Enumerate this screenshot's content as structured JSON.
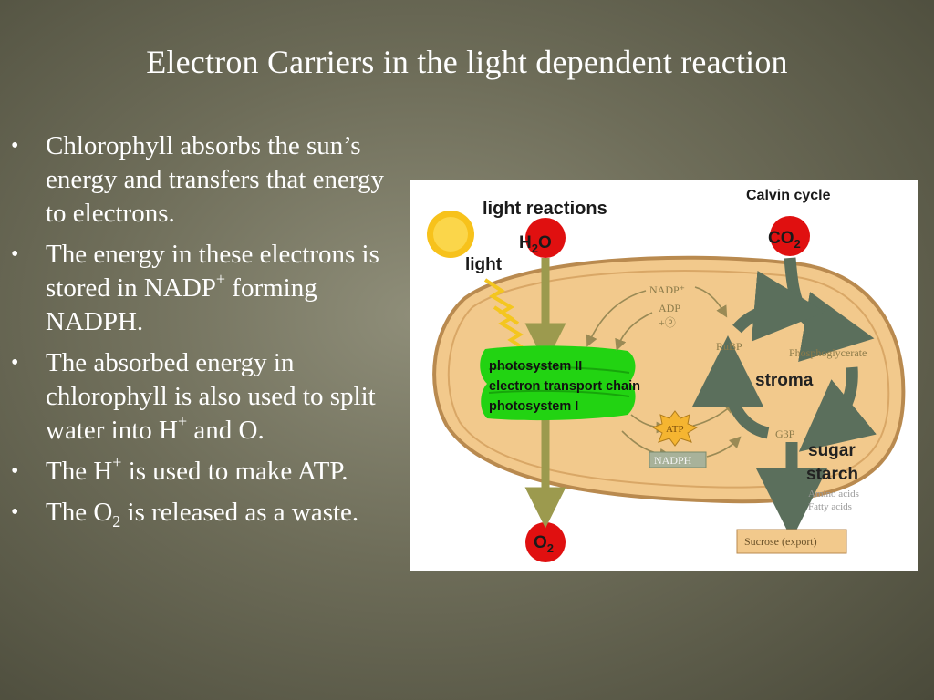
{
  "slide": {
    "title": "Electron Carriers in the light dependent reaction"
  },
  "bullets": [
    {
      "text_a": "Chlorophyll absorbs the sun’s energy and transfers that energy to electrons."
    },
    {
      "text_a": "The energy in these electrons is stored in NADP",
      "sup": "+",
      "text_b": " forming NADPH."
    },
    {
      "text_a": "The absorbed energy in chlorophyll is also used to split water into H",
      "sup": "+",
      "text_b": " and O."
    },
    {
      "text_a": "The H",
      "sup": "+",
      "text_b": " is used to make ATP."
    },
    {
      "text_a": "The O",
      "sub": "2",
      "text_b": " is released as a waste."
    }
  ],
  "diagram": {
    "light_reactions": "light reactions",
    "calvin_cycle": "Calvin cycle",
    "light": "light",
    "h2o": {
      "main": "H",
      "sub": "2",
      "tail": "O"
    },
    "co2": {
      "main": "CO",
      "sub": "2"
    },
    "o2": {
      "main": "O",
      "sub": "2"
    },
    "photosystem_ii": "photosystem II",
    "electron_transport_chain": "electron transport chain",
    "photosystem_i": "photosystem I",
    "nadp_plus": "NADP⁺",
    "adp": "ADP",
    "pi": "+ⓟ",
    "atp": "ATP",
    "nadph": "NADPH",
    "rubp": "RuBP",
    "phosphoglycerate": "Phosphoglycerate",
    "stroma": "stroma",
    "g3p": "G3P",
    "sugar": "sugar",
    "starch": "starch",
    "amino_acids": "Amino acids",
    "fatty_acids": "Fatty acids",
    "sucrose": "Sucrose (export)"
  },
  "colors": {
    "chloroplast_fill": "#f2c98c",
    "chloroplast_edge": "#b98a4f",
    "thylakoid": "#22d312",
    "molecule_red": "#e01010",
    "cycle_arrow": "#5b6f5c",
    "sun": "#f7c21b"
  }
}
